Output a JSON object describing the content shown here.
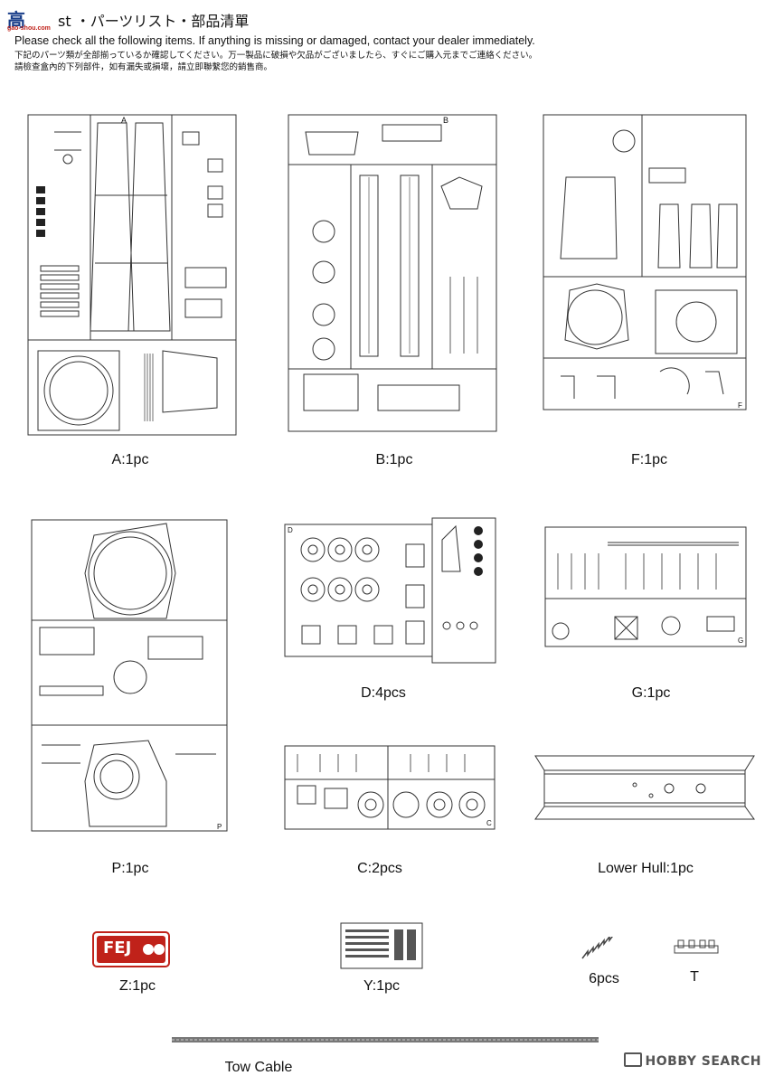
{
  "header": {
    "logo_text": "高",
    "logo_sub": "gao-shou.com",
    "title": "st ・パーツリスト・部品清單",
    "line_en": "Please check all the following items. If anything is missing or damaged, contact your dealer immediately.",
    "line_jp": "下記のパーツ類が全部揃っているか確認してください。万一製品に破損や欠品がございましたら、すぐにご購入元までご連絡ください。",
    "line_zh": "請檢查盒內的下列部件，如有漏失或損壞，請立即聯繫您的銷售商。"
  },
  "parts": [
    {
      "id": "A",
      "caption": "A:1pc"
    },
    {
      "id": "B",
      "caption": "B:1pc"
    },
    {
      "id": "F",
      "caption": "F:1pc"
    },
    {
      "id": "P",
      "caption": "P:1pc"
    },
    {
      "id": "D",
      "caption": "D:4pcs"
    },
    {
      "id": "G",
      "caption": "G:1pc"
    },
    {
      "id": "C",
      "caption": "C:2pcs"
    },
    {
      "id": "LH",
      "caption": "Lower Hull:1pc"
    },
    {
      "id": "Z",
      "caption": "Z:1pc"
    },
    {
      "id": "Y",
      "caption": "Y:1pc"
    },
    {
      "id": "S",
      "caption": "6pcs"
    },
    {
      "id": "T",
      "caption": "T"
    },
    {
      "id": "TC",
      "caption": "Tow Cable"
    }
  ],
  "sprue_letters": {
    "A": "A",
    "B": "B",
    "F": "F",
    "P": "P",
    "D": "D",
    "G": "G",
    "C": "C"
  },
  "decal_text": "FEJ",
  "watermark": "HOBBY SEARCH",
  "colors": {
    "ink": "#333333",
    "decal_red": "#c0221a",
    "logo_blue": "#1a3f8a"
  }
}
